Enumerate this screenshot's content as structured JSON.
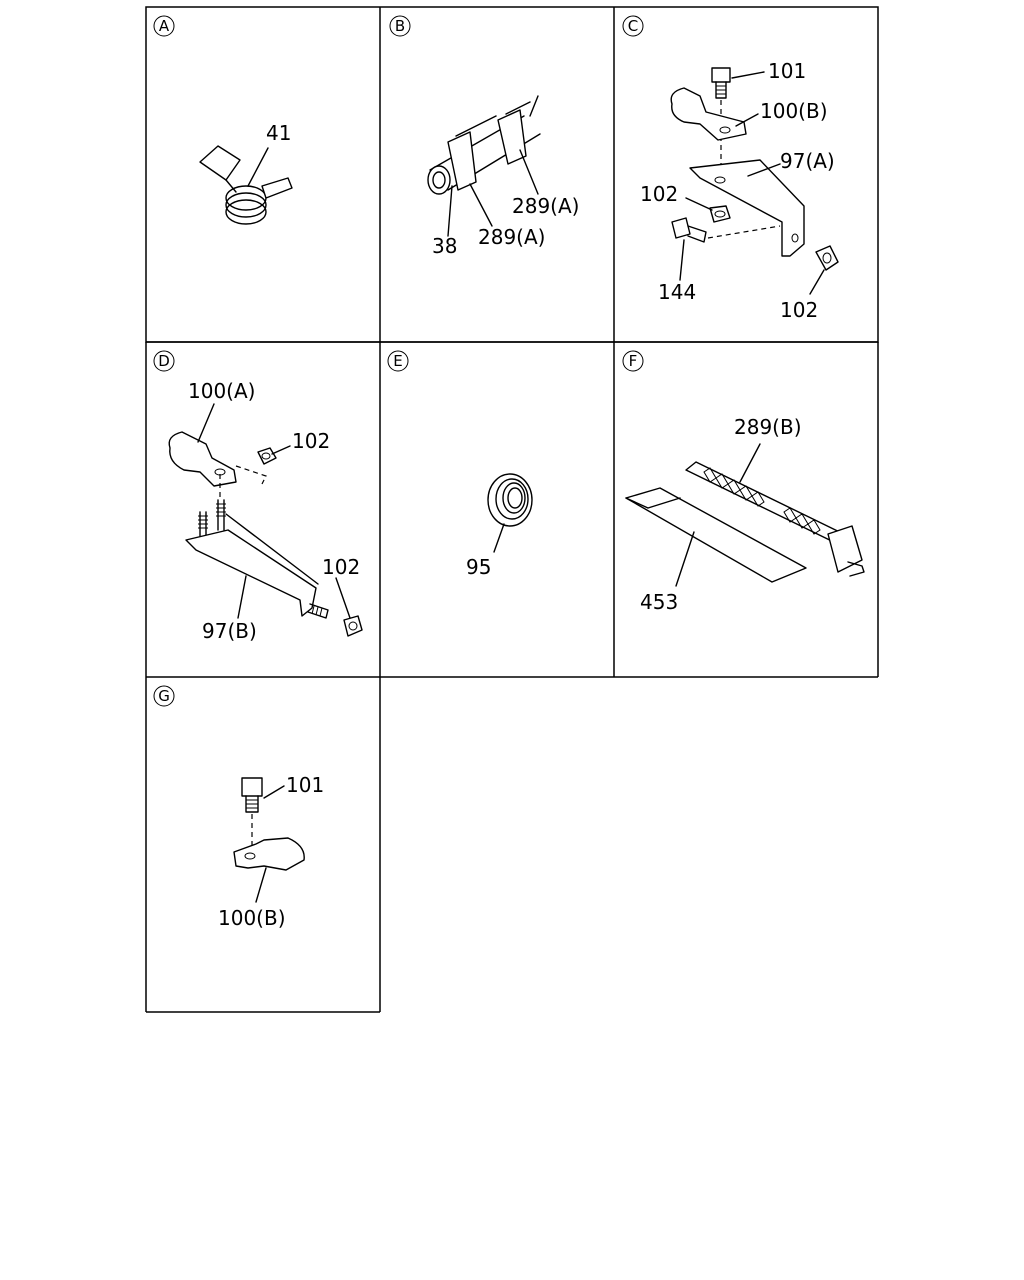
{
  "panels": [
    {
      "letter": "A",
      "labels": [
        "41"
      ]
    },
    {
      "letter": "B",
      "labels": [
        "289(A)",
        "38",
        "289(A)"
      ]
    },
    {
      "letter": "C",
      "labels": [
        "101",
        "100(B)",
        "97(A)",
        "102",
        "144",
        "102"
      ]
    },
    {
      "letter": "D",
      "labels": [
        "100(A)",
        "102",
        "102",
        "97(B)"
      ]
    },
    {
      "letter": "E",
      "labels": [
        "95"
      ]
    },
    {
      "letter": "F",
      "labels": [
        "289(B)",
        "453"
      ]
    },
    {
      "letter": "G",
      "labels": [
        "101",
        "100(B)"
      ]
    }
  ]
}
